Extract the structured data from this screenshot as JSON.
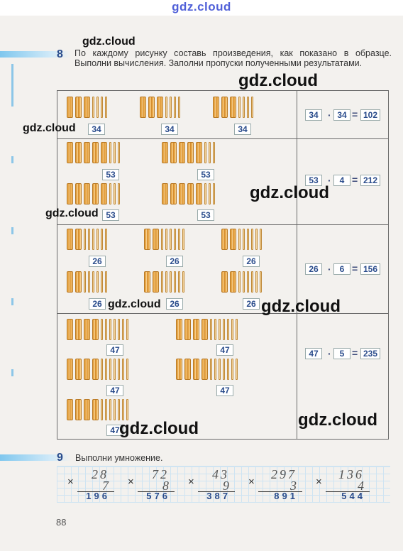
{
  "watermark_top": "gdz.cloud",
  "watermarks": [
    "gdz.cloud",
    "gdz.cloud",
    "gdz.cloud",
    "gdz.cloud",
    "gdz.cloud",
    "gdz.cloud",
    "gdz.cloud",
    "gdz.cloud",
    "gdz.cloud",
    "gdz.cloud"
  ],
  "task8": {
    "number": "8",
    "text": "По каждому рисунку составь произведения, как показано в образце. Выполни вычисления. Заполни пропуски полученными результатами."
  },
  "rows": [
    {
      "labels": [
        "34",
        "34",
        "34"
      ],
      "expr": {
        "a": "34",
        "op": "·",
        "b": "34",
        "eq": "=",
        "result": "102"
      }
    },
    {
      "labels": [
        "53",
        "53",
        "53",
        "53"
      ],
      "expr": {
        "a": "53",
        "op": "·",
        "b": "4",
        "eq": "=",
        "result": "212"
      }
    },
    {
      "labels": [
        "26",
        "26",
        "26",
        "26",
        "26",
        "26"
      ],
      "expr": {
        "a": "26",
        "op": "·",
        "b": "6",
        "eq": "=",
        "result": "156"
      }
    },
    {
      "labels": [
        "47",
        "47",
        "47",
        "47",
        "47"
      ],
      "expr": {
        "a": "47",
        "op": "·",
        "b": "5",
        "eq": "=",
        "result": "235"
      }
    }
  ],
  "task9": {
    "number": "9",
    "text": "Выполни умножение.",
    "items": [
      {
        "a": "28",
        "b": "7",
        "result": "196"
      },
      {
        "a": "72",
        "b": "8",
        "result": "576"
      },
      {
        "a": "43",
        "b": "9",
        "result": "387"
      },
      {
        "a": "297",
        "b": "3",
        "result": "891"
      },
      {
        "a": "136",
        "b": "4",
        "result": "544"
      }
    ]
  },
  "page_number": "88",
  "colors": {
    "accent": "#2a4c8c",
    "bar": "#7fc7ee",
    "sticks": "#e8a84a"
  }
}
